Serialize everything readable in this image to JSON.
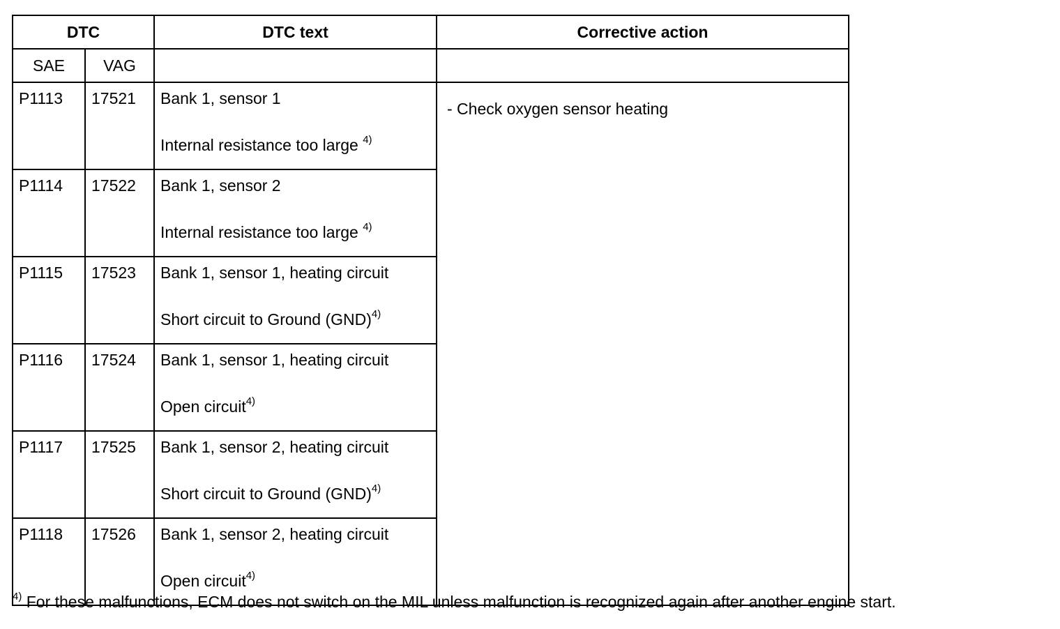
{
  "header": {
    "dtc": "DTC",
    "dtc_text": "DTC text",
    "corrective_action": "Corrective action",
    "sae": "SAE",
    "vag": "VAG"
  },
  "rows": [
    {
      "sae": "P1113",
      "vag": "17521",
      "line1": "Bank 1, sensor 1",
      "line2": "Internal resistance too large ",
      "note": "4)"
    },
    {
      "sae": "P1114",
      "vag": "17522",
      "line1": "Bank 1, sensor 2",
      "line2": "Internal resistance too large ",
      "note": "4)"
    },
    {
      "sae": "P1115",
      "vag": "17523",
      "line1": "Bank 1, sensor 1, heating circuit",
      "line2": "Short circuit to Ground (GND)",
      "note": "4)"
    },
    {
      "sae": "P1116",
      "vag": "17524",
      "line1": "Bank 1, sensor 1, heating circuit",
      "line2": "Open circuit",
      "note": "4)"
    },
    {
      "sae": "P1117",
      "vag": "17525",
      "line1": "Bank 1, sensor 2, heating circuit",
      "line2": "Short circuit to Ground (GND)",
      "note": "4)"
    },
    {
      "sae": "P1118",
      "vag": "17526",
      "line1": "Bank 1, sensor 2, heating circuit",
      "line2": "Open circuit",
      "note": "4)"
    }
  ],
  "corrective_action": "- Check oxygen sensor heating",
  "footnote": {
    "marker": "4)",
    "text": " For these malfunctions, ECM does not switch on the MIL unless malfunction is recognized again after another engine start."
  }
}
